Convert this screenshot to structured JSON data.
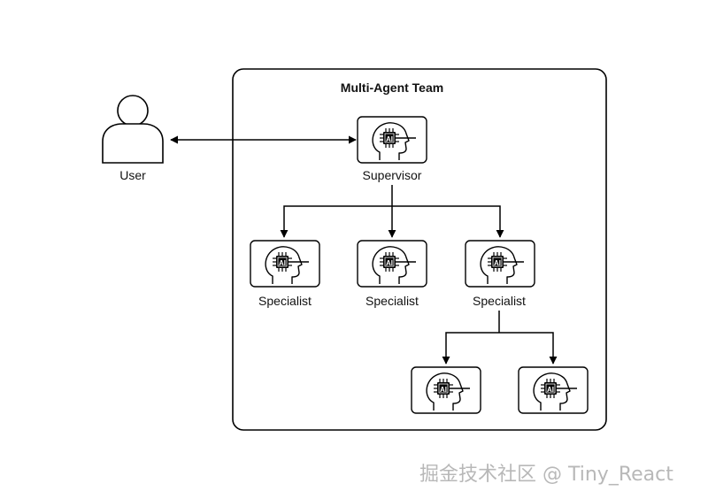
{
  "diagram": {
    "team_title": "Multi-Agent Team",
    "user_label": "User",
    "supervisor_label": "Supervisor",
    "specialist_labels": [
      "Specialist",
      "Specialist",
      "Specialist"
    ],
    "chip_text": "AI",
    "line_color": "#000000"
  },
  "watermark": "掘金技术社区 @ Tiny_React"
}
